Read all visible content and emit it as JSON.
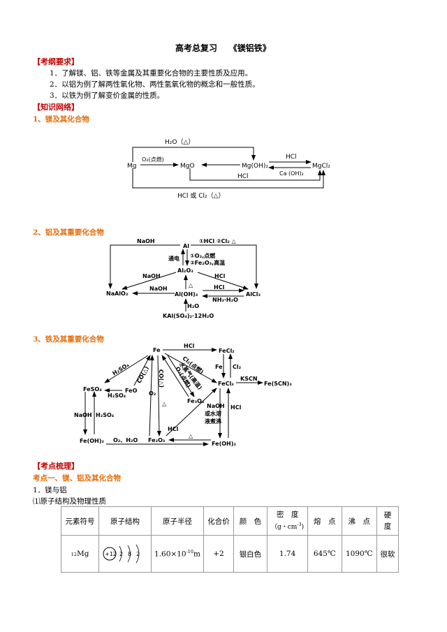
{
  "title": "高考总复习    《镁铝铁》",
  "exam_req": {
    "heading": "【考纲要求】",
    "items": [
      "1．了解镁、铝、铁等金属及其重要化合物的主要性质及应用。",
      "2．以铝为例了解两性氧化物、两性氢氧化物的概念和一般性质。",
      "3．以铁为例了解变价金属的性质。"
    ]
  },
  "network": {
    "heading": "【知识网络】",
    "s1": "1、镁及其化合物",
    "s2": "2、铝及其重要化合物",
    "s3": "3、铁及其重要化合物"
  },
  "mg": {
    "mg": "Mg",
    "mgo": "MgO",
    "mgoh2": "Mg(OH)₂",
    "mgcl2": "MgCl₂",
    "h2o": "H₂O（△）",
    "o2": "O₂(点燃)",
    "hcl1": "HCl",
    "caoh2": "Ca (OH)₂",
    "hcl2": "HCl",
    "bottom": "HCl  或  Cl₂（△）"
  },
  "al": {
    "naoh_top": "NaOH",
    "al": "Al",
    "top_right": "①HCl  ②Cl₂ △",
    "cond1": "①O₂,点燃",
    "cond2": "②Fe₂O₃,高温",
    "tongdian": "通电",
    "al2o3": "Al₂O₃",
    "naoh_mid": "NaOH",
    "hcl_mid": "HCl",
    "naalo2": "NaAlO₂",
    "naoh_low": "NaOH",
    "tri": "△",
    "hcl_low": "HCl",
    "aloh3": "Al(OH)₃",
    "alcl3": "AlCl₃",
    "nh3": "NH₃·H₂O",
    "h2o": "H₂O",
    "alum": "KAl(SO₄)₂·12H₂O"
  },
  "fe": {
    "fe": "Fe",
    "hcl_top": "HCl",
    "fecl2": "FeCl₂",
    "h2so4_up": "H₂SO₄",
    "feo": "FeO",
    "co1": "CO(△)",
    "co2": "CO(△)",
    "cl2d": "Cl₂(点燃)",
    "h2od": "水蒸气(高温)",
    "o2d": "O₂(点燃)",
    "fe_side": "Fe",
    "cl2_side": "Cl₂",
    "feso4": "FeSO₄",
    "h2so4": "H₂SO₄",
    "fe3o4": "Fe₃O₄",
    "fecl3": "FeCl₃",
    "kscn": "KSCN",
    "fescn": "Fe(SCN)₃",
    "o2v": "O₂",
    "tri1": "△",
    "naoh_l": "NaOH",
    "h2so4_l": "H₂SO₄",
    "naoh_r1": "NaOH",
    "naoh_r2": "或水溶",
    "naoh_r3": "液煮沸",
    "hcl_r": "HCl",
    "hcl_diag": "HCl",
    "tri2": "△",
    "feoh2": "Fe(OH)₂",
    "o2h2o": "O₂、H₂O",
    "fe2o3": "Fe₂O₃",
    "feoh3": "Fe(OH)₃"
  },
  "review": {
    "heading": "【考点梳理】",
    "kp1": "考点一、镁、铝及其化合物",
    "p1": "1．镁与铝",
    "p2": "⑴原子结构及物理性质"
  },
  "table": {
    "headers": [
      "元素符号",
      "原子结构",
      "原子半径",
      "化合价",
      "颜　色",
      "密　度",
      "（g・cm",
      "熔　点",
      "沸　点",
      "硬",
      "度"
    ],
    "row": {
      "symbol_pre": "12",
      "symbol": "Mg",
      "nucleus": "+12",
      "shells": [
        "2",
        "8",
        "2"
      ],
      "radius_pre": "1.60×10",
      "radius_exp": "-10",
      "radius_unit": "m",
      "valence": "+2",
      "color": "银白色",
      "density": "1.74",
      "mp": "645℃",
      "bp": "1090℃",
      "hardness": "很软"
    }
  }
}
